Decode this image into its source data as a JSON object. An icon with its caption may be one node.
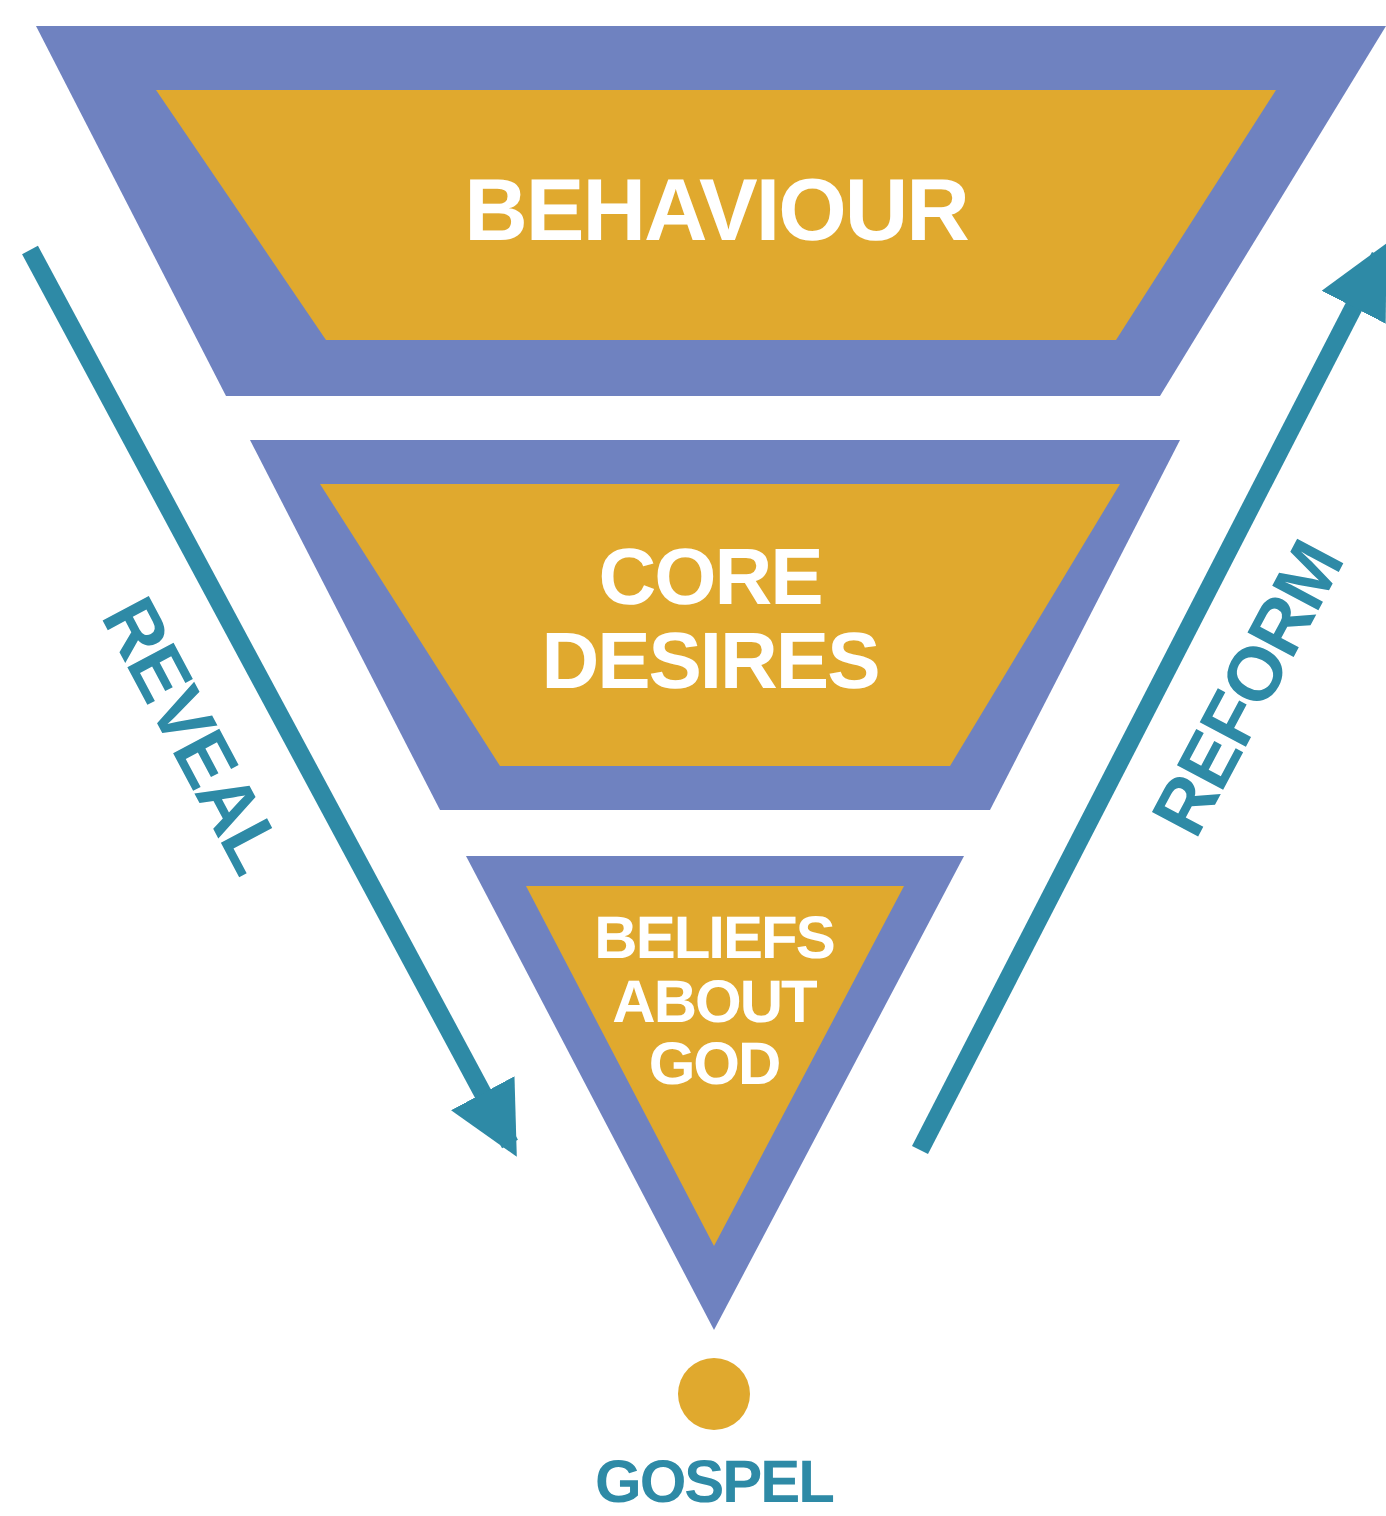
{
  "diagram": {
    "nodes": [
      {
        "text": [
          "BEHAVIOUR"
        ]
      },
      {
        "text": [
          "CORE DESIRES"
        ]
      },
      {
        "text": [
          "BELIEFS ABOUT GOD"
        ]
      },
      {
        "text": [],
        "shape": "circle",
        "beside": [
          "GOSPEL"
        ]
      }
    ],
    "labels": [
      "REVEAL",
      "REFORM"
    ]
  }
}
